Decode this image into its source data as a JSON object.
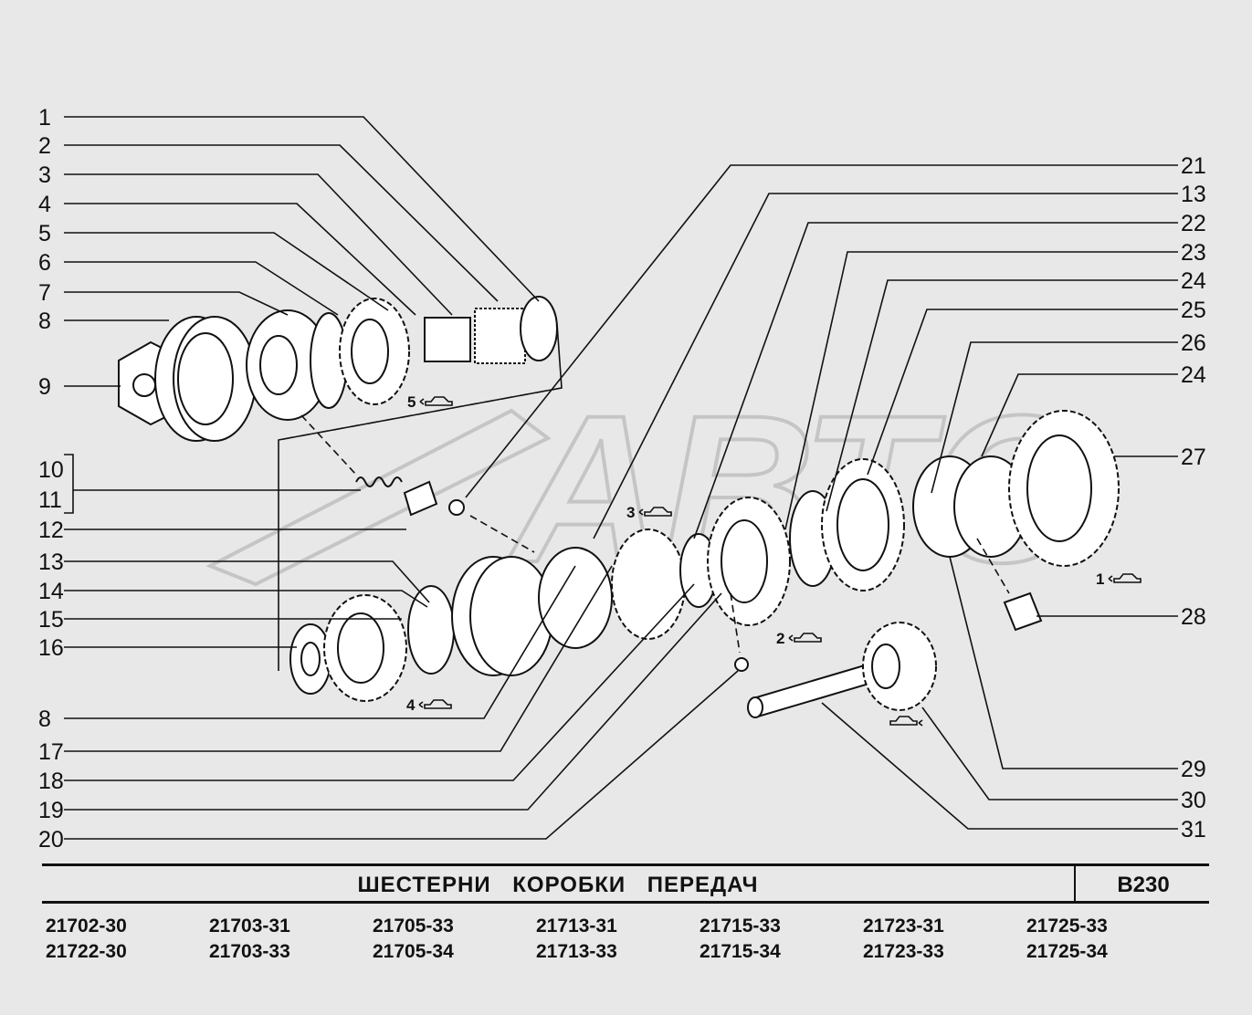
{
  "title": "ШЕСТЕРНИ   КОРОБКИ   ПЕРЕДАЧ",
  "section_code": "B230",
  "watermark": "АВТО",
  "model_codes": {
    "row1": [
      "21702-30",
      "21703-31",
      "21705-33",
      "21713-31",
      "21715-33",
      "21723-31",
      "21725-33"
    ],
    "row2": [
      "21722-30",
      "21703-33",
      "21705-34",
      "21713-33",
      "21715-34",
      "21723-33",
      "21725-34"
    ]
  },
  "callouts_left": [
    "1",
    "2",
    "3",
    "4",
    "5",
    "6",
    "7",
    "8",
    "9",
    "10",
    "11",
    "12",
    "13",
    "14",
    "15",
    "16",
    "8",
    "17",
    "18",
    "19",
    "20"
  ],
  "callouts_right": [
    "21",
    "13",
    "22",
    "23",
    "24",
    "25",
    "26",
    "24",
    "27",
    "28",
    "29",
    "30",
    "31"
  ],
  "gear_marks": [
    "5",
    "3",
    "4",
    "2",
    "1"
  ],
  "colors": {
    "ink": "#111111",
    "background": "#e8e8e8",
    "watermark": "#c9c9c9"
  }
}
